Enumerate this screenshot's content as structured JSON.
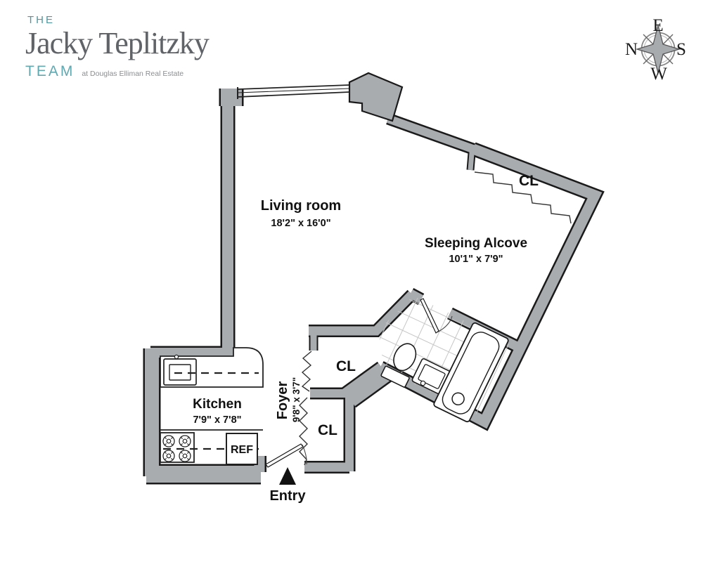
{
  "logo": {
    "the": "THE",
    "name": "Jacky Teplitzky",
    "team": "TEAM",
    "tagline": "at Douglas Elliman Real Estate"
  },
  "compass": {
    "top": "E",
    "left": "N",
    "right": "S",
    "bottom": "W"
  },
  "plan": {
    "living": {
      "name": "Living room",
      "dims": "18'2\" x 16'0\""
    },
    "alcove": {
      "name": "Sleeping Alcove",
      "dims": "10'1\" x 7'9\""
    },
    "kitchen": {
      "name": "Kitchen",
      "dims": "7'9\" x 7'8\""
    },
    "foyer": {
      "name": "Foyer",
      "dims": "9'8\" x 3'7\""
    },
    "closets": {
      "alcove": "CL",
      "upper": "CL",
      "lower": "CL"
    },
    "ref": "REF",
    "entry": "Entry"
  },
  "colors": {
    "wall": "#A9ACAF",
    "outline": "#1A1A1A",
    "teal": "#4E99A1",
    "tile": "#C6C6C6"
  }
}
